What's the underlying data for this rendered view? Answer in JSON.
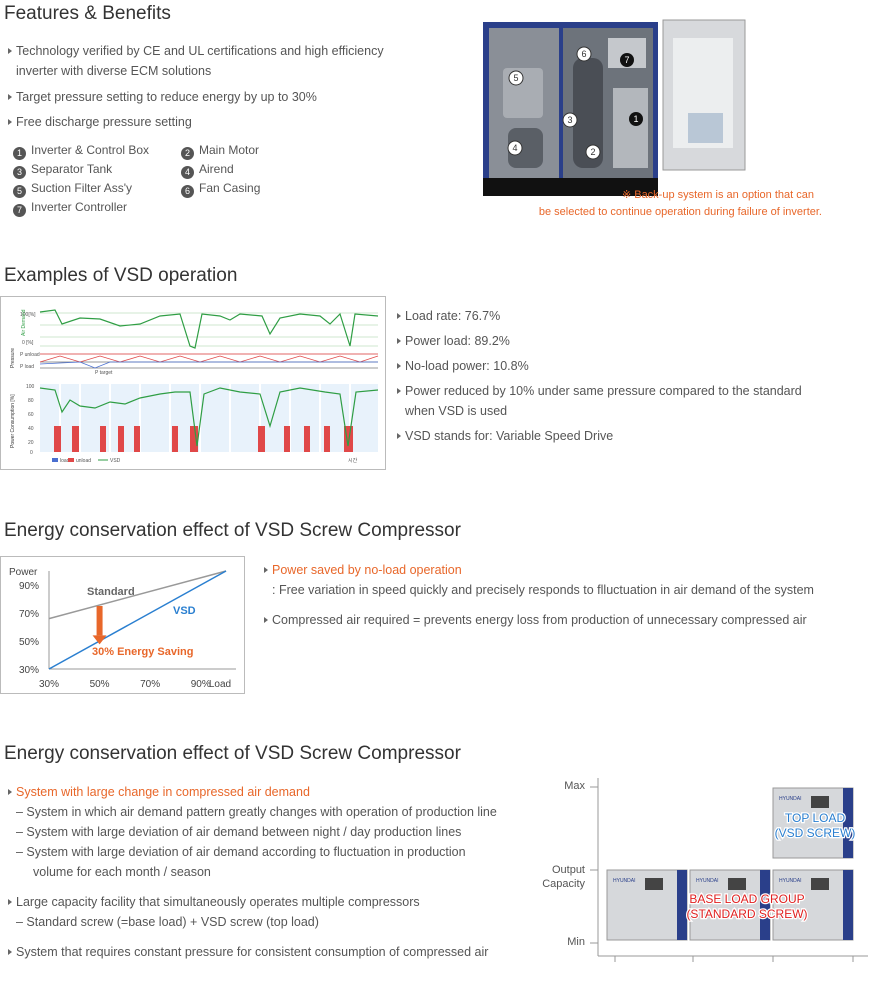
{
  "features": {
    "title": "Features & Benefits",
    "bullets": [
      "Technology verified by CE and UL certifications and high efficiency",
      "inverter with diverse ECM solutions",
      "Target pressure setting to reduce energy by up to 30%",
      "Free discharge pressure setting"
    ],
    "parts": [
      {
        "n": "1",
        "label": "Inverter & Control Box"
      },
      {
        "n": "2",
        "label": "Main Motor"
      },
      {
        "n": "3",
        "label": "Separator Tank"
      },
      {
        "n": "4",
        "label": "Airend"
      },
      {
        "n": "5",
        "label": "Suction Filter Ass'y"
      },
      {
        "n": "6",
        "label": "Fan Casing"
      },
      {
        "n": "7",
        "label": "Inverter Controller"
      }
    ],
    "note_line1": "※ Back-up system is an option that can",
    "note_line2": "be selected to continue operation during failure of inverter."
  },
  "vsd_operation": {
    "title": "Examples of VSD operation",
    "bullets": [
      "Load rate: 76.7%",
      "Power load: 89.2%",
      "No-load power: 10.8%",
      "Power reduced by 10% under same pressure compared to the standard",
      "when VSD is used",
      "VSD stands for: Variable Speed Drive"
    ],
    "chart_labels": {
      "air_demand": "Air Demand",
      "pressure": "Pressure",
      "power_consumption": "Power Consumption [%]",
      "y100pct": "100[%]",
      "y0pct": "0 [%]",
      "p_unload": "P unload",
      "p_load": "P load",
      "p_target": "P target",
      "ticks": [
        "100",
        "80",
        "60",
        "40",
        "20",
        "0"
      ],
      "legend_load": "load",
      "legend_unload": "unload",
      "legend_vsd": "VSD",
      "time": "시간"
    }
  },
  "energy1": {
    "title": "Energy conservation effect of VSD Screw Compressor",
    "bullet1_orange": "Power saved by no-load operation",
    "bullet1_desc": ": Free variation in speed quickly and precisely responds to flluctuation in air demand of the system",
    "bullet2": "Compressed air required = prevents energy loss from production of unnecessary compressed air"
  },
  "chart_data": {
    "type": "line",
    "title": "",
    "xlabel": "Load",
    "ylabel": "Power",
    "x_ticks": [
      "30%",
      "50%",
      "70%",
      "90%",
      "Load"
    ],
    "y_ticks": [
      "90%",
      "70%",
      "50%",
      "30%"
    ],
    "xlim": [
      30,
      100
    ],
    "ylim": [
      30,
      100
    ],
    "series": [
      {
        "name": "Standard",
        "x": [
          30,
          100
        ],
        "y": [
          66,
          100
        ],
        "color": "#999999"
      },
      {
        "name": "VSD",
        "x": [
          30,
          100
        ],
        "y": [
          30,
          100
        ],
        "color": "#2a7fd0"
      }
    ],
    "annotation": "30% Energy Saving",
    "annotation_color": "#e8672a"
  },
  "energy2": {
    "title": "Energy conservation effect of VSD Screw Compressor",
    "bullet1_orange": "System with large change in compressed air demand",
    "sub1": [
      "– System in which air demand pattern greatly changes with operation of production line",
      "– System with large deviation of air demand between night / day production lines",
      "– System with large deviation of air demand according to fluctuation in production",
      "volume for each month / season"
    ],
    "bullet2": "Large capacity facility that simultaneously operates multiple compressors",
    "sub2": "– Standard screw (=base load) + VSD screw (top load)",
    "bullet3": "System that requires constant pressure for consistent consumption of compressed air",
    "diagram": {
      "max": "Max",
      "output": "Output",
      "capacity": "Capacity",
      "min": "Min",
      "top_load_1": "TOP LOAD",
      "top_load_2": "(VSD SCREW)",
      "base_load_1": "BASE LOAD GROUP",
      "base_load_2": "(STANDARD SCREW)",
      "brand": "HYUNDAI"
    }
  },
  "colors": {
    "accent_orange": "#e8672a",
    "vsd_blue": "#2a7fd0",
    "red": "#e02020"
  }
}
